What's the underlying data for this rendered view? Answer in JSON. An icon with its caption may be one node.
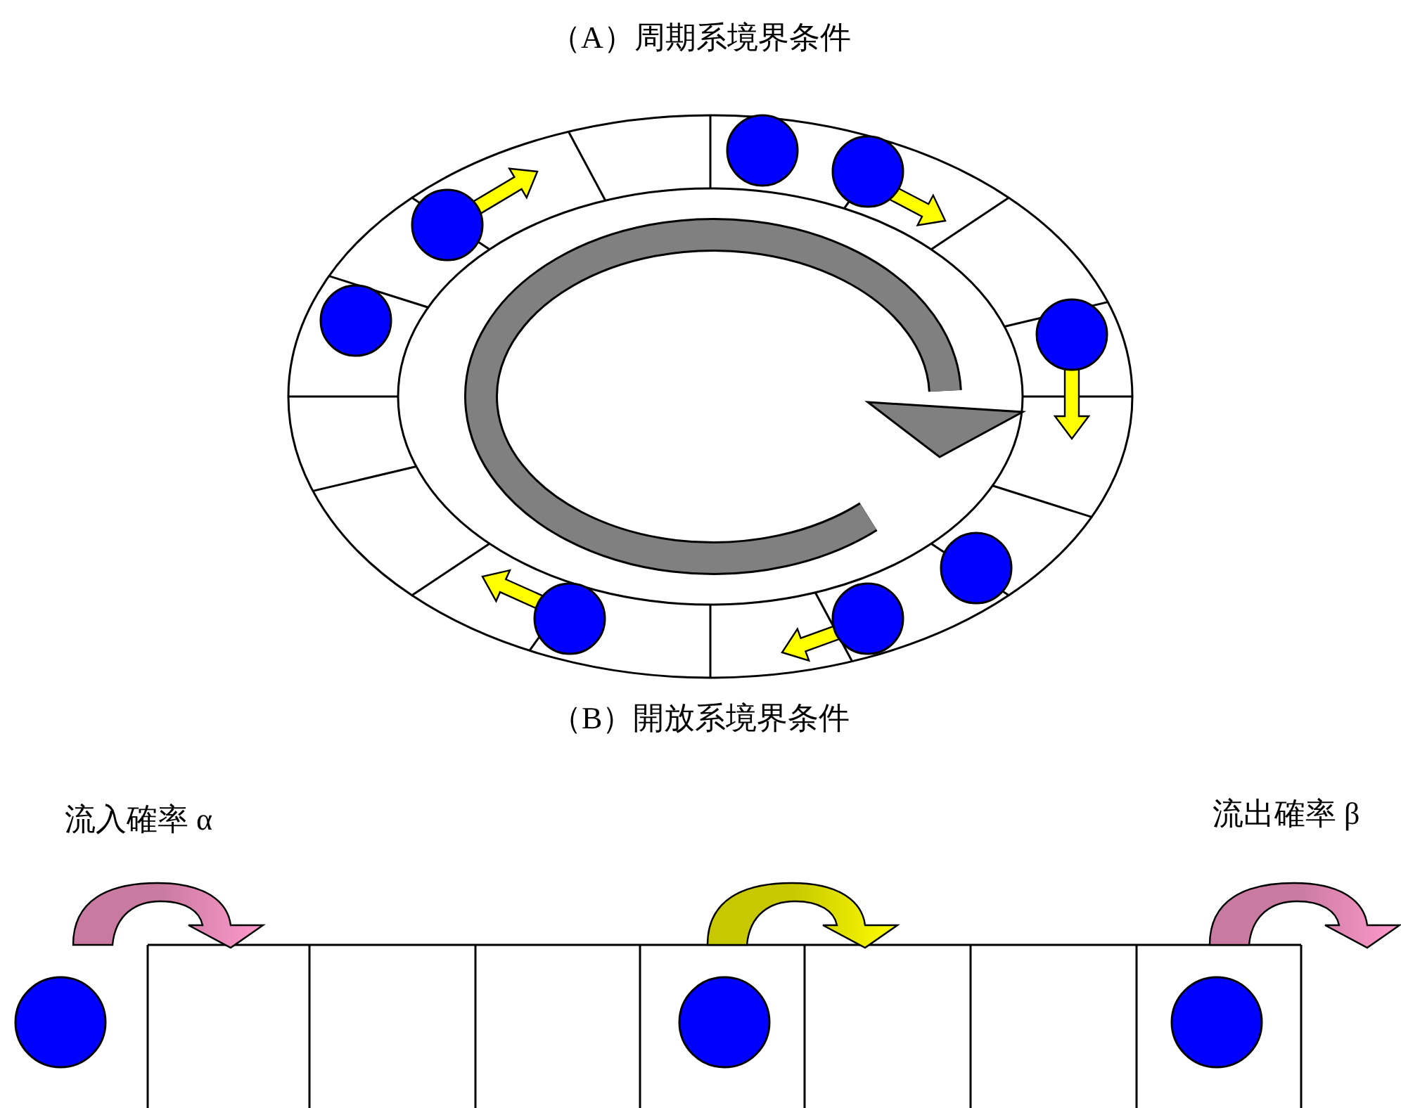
{
  "diagram": {
    "labels": [
      "（A）周期系境界条件",
      "（B）開放系境界条件",
      "流入確率 α",
      "流出確率 β"
    ]
  }
}
